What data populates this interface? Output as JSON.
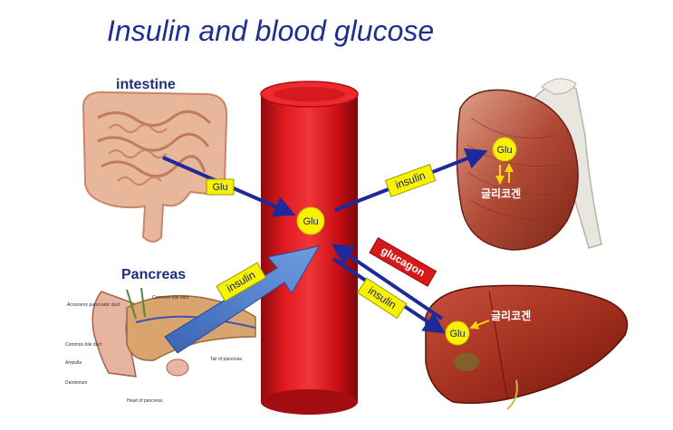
{
  "title": "Insulin and blood glucose",
  "labels": {
    "intestine": "intestine",
    "pancreas": "Pancreas"
  },
  "tags": {
    "glu_intestine": "Glu",
    "glu_blood": "Glu",
    "glu_muscle": "Glu",
    "glu_liver": "Glu",
    "insulin_pancreas": "insulin",
    "insulin_muscle": "insulin",
    "insulin_liver": "insulin",
    "glucagon": "glucagon",
    "glycogen_muscle": "글리코겐",
    "glycogen_liver": "글리코겐"
  },
  "pancreas_annotations": {
    "accessory_duct": "Accessory pancreatic duct",
    "common_bile_duct": "Common bile duct",
    "minor_duct": "Common bile duct",
    "ampulla": "Ampulla",
    "duodenum": "Duodenum",
    "head": "Head of pancreas",
    "tail": "Tail of pancreas"
  },
  "colors": {
    "title": "#1f2f8f",
    "vessel": "#d40f17",
    "arrow_blue": "#1d2a9a",
    "insulin_arrow": "#4f7fcf",
    "tag_yellow": "#f6f200",
    "glucagon_red": "#d61a1a"
  }
}
